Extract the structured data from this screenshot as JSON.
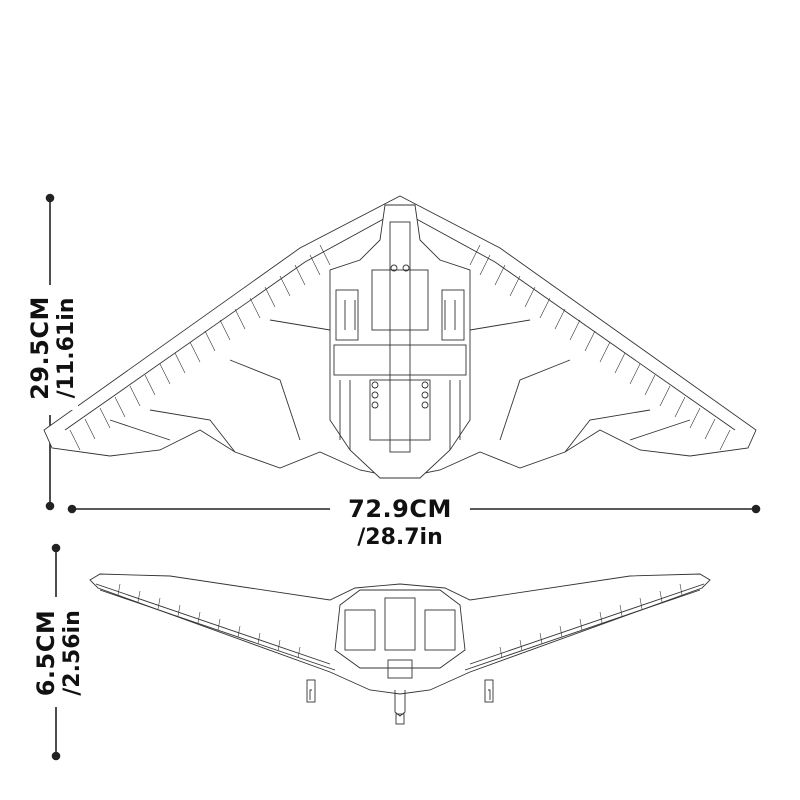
{
  "diagram": {
    "subject": "flying-wing stealth bomber brick model",
    "views": [
      "top view",
      "front view"
    ],
    "line_color": "#222222",
    "background": "#ffffff",
    "dimensions": {
      "top_view_height": {
        "metric": "29.5CM",
        "imperial": "/11.61in"
      },
      "top_view_width": {
        "metric": "72.9CM",
        "imperial": "/28.7in"
      },
      "front_view_height": {
        "metric": "6.5CM",
        "imperial": "/2.56in"
      }
    }
  }
}
